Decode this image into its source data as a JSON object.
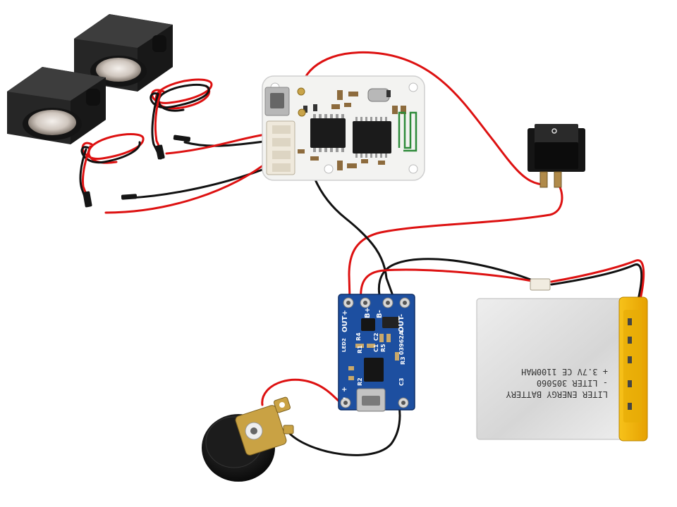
{
  "diagram": {
    "charger_module": {
      "pin_labels": {
        "out_plus": "OUT+",
        "b_plus": "B+",
        "b_minus": "B-",
        "out_minus": "OUT-"
      },
      "component_labels": {
        "led2": "LED2",
        "r1": "R1",
        "r2": "R2",
        "r3": "R3",
        "r4": "R4",
        "r5": "R5",
        "c1": "C1",
        "c2": "C2",
        "c3": "C3",
        "part": "03962A",
        "plus": "+",
        "minus": "-"
      }
    },
    "battery": {
      "line1": "LITER ENERGY BATTERY",
      "line2": "- LITER    305060",
      "line3": "+ 3.7V CE  1100MAH"
    },
    "colors": {
      "red_wire": "#dd1111",
      "black_wire": "#111111",
      "pcb_blue": "#1d4fa0",
      "pcb_white": "#f3f3f1",
      "battery_silver": "#dcdcdc",
      "battery_tape": "#f2b400"
    }
  }
}
